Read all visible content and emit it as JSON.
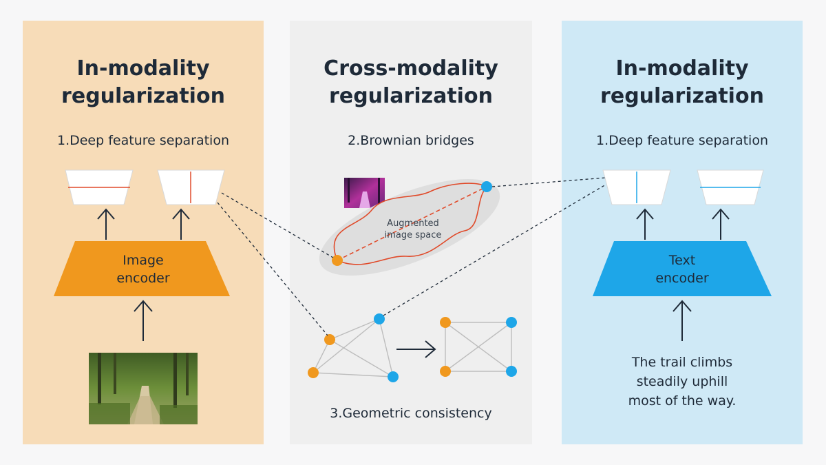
{
  "colors": {
    "orange": "#f0981e",
    "blue": "#1ea6e8",
    "red_line": "#e04a2a",
    "panel_left": "#f7dcb8",
    "panel_mid": "#efefef",
    "panel_right": "#cfe9f6",
    "text": "#1e2a38"
  },
  "left": {
    "title": "In-modality\nregularization",
    "subtitle": "1.Deep feature separation",
    "encoder_label": "Image\nencoder",
    "input_image": "forest-path-photo"
  },
  "middle": {
    "title": "Cross-modality\nregularization",
    "subtitle": "2.Brownian bridges",
    "augmented_label": "Augmented\nimage space",
    "augmented_image": "augmented-forest-photo",
    "bottom_label": "3.Geometric consistency"
  },
  "right": {
    "title": "In-modality\nregularization",
    "subtitle": "1.Deep feature separation",
    "encoder_label": "Text\nencoder",
    "input_text": "The trail climbs\nsteadily uphill\nmost of the way."
  }
}
